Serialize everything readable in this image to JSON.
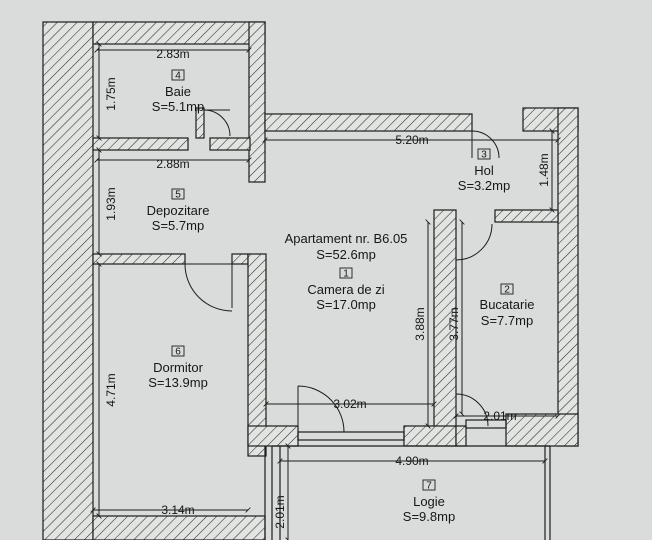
{
  "apartment": {
    "title": "Apartament nr. B6.05",
    "total_area": "S=52.6mp"
  },
  "rooms": [
    {
      "number": "1",
      "name": "Camera de zi",
      "area": "S=17.0mp"
    },
    {
      "number": "2",
      "name": "Bucatarie",
      "area": "S=7.7mp"
    },
    {
      "number": "3",
      "name": "Hol",
      "area": "S=3.2mp"
    },
    {
      "number": "4",
      "name": "Baie",
      "area": "S=5.1mp"
    },
    {
      "number": "5",
      "name": "Depozitare",
      "area": "S=5.7mp"
    },
    {
      "number": "6",
      "name": "Dormitor",
      "area": "S=13.9mp"
    },
    {
      "number": "7",
      "name": "Logie",
      "area": "S=9.8mp"
    }
  ],
  "dimensions": {
    "baie_width": "2.83m",
    "baie_height": "1.75m",
    "depozitare_width": "2.88m",
    "depozitare_height": "1.93m",
    "hol_length": "5.20m",
    "hol_height": "1.48m",
    "camera_height": "3.88m",
    "bucatarie_height": "3.77m",
    "camera_width": "3.02m",
    "bucatarie_width": "2.01m",
    "dormitor_height": "4.71m",
    "dormitor_width": "3.14m",
    "logie_width": "4.90m",
    "logie_height": "2.01m"
  },
  "colors": {
    "background": "#d9dcda",
    "wall_hatch": "#2a2a2a",
    "line": "#1c1c1c"
  }
}
